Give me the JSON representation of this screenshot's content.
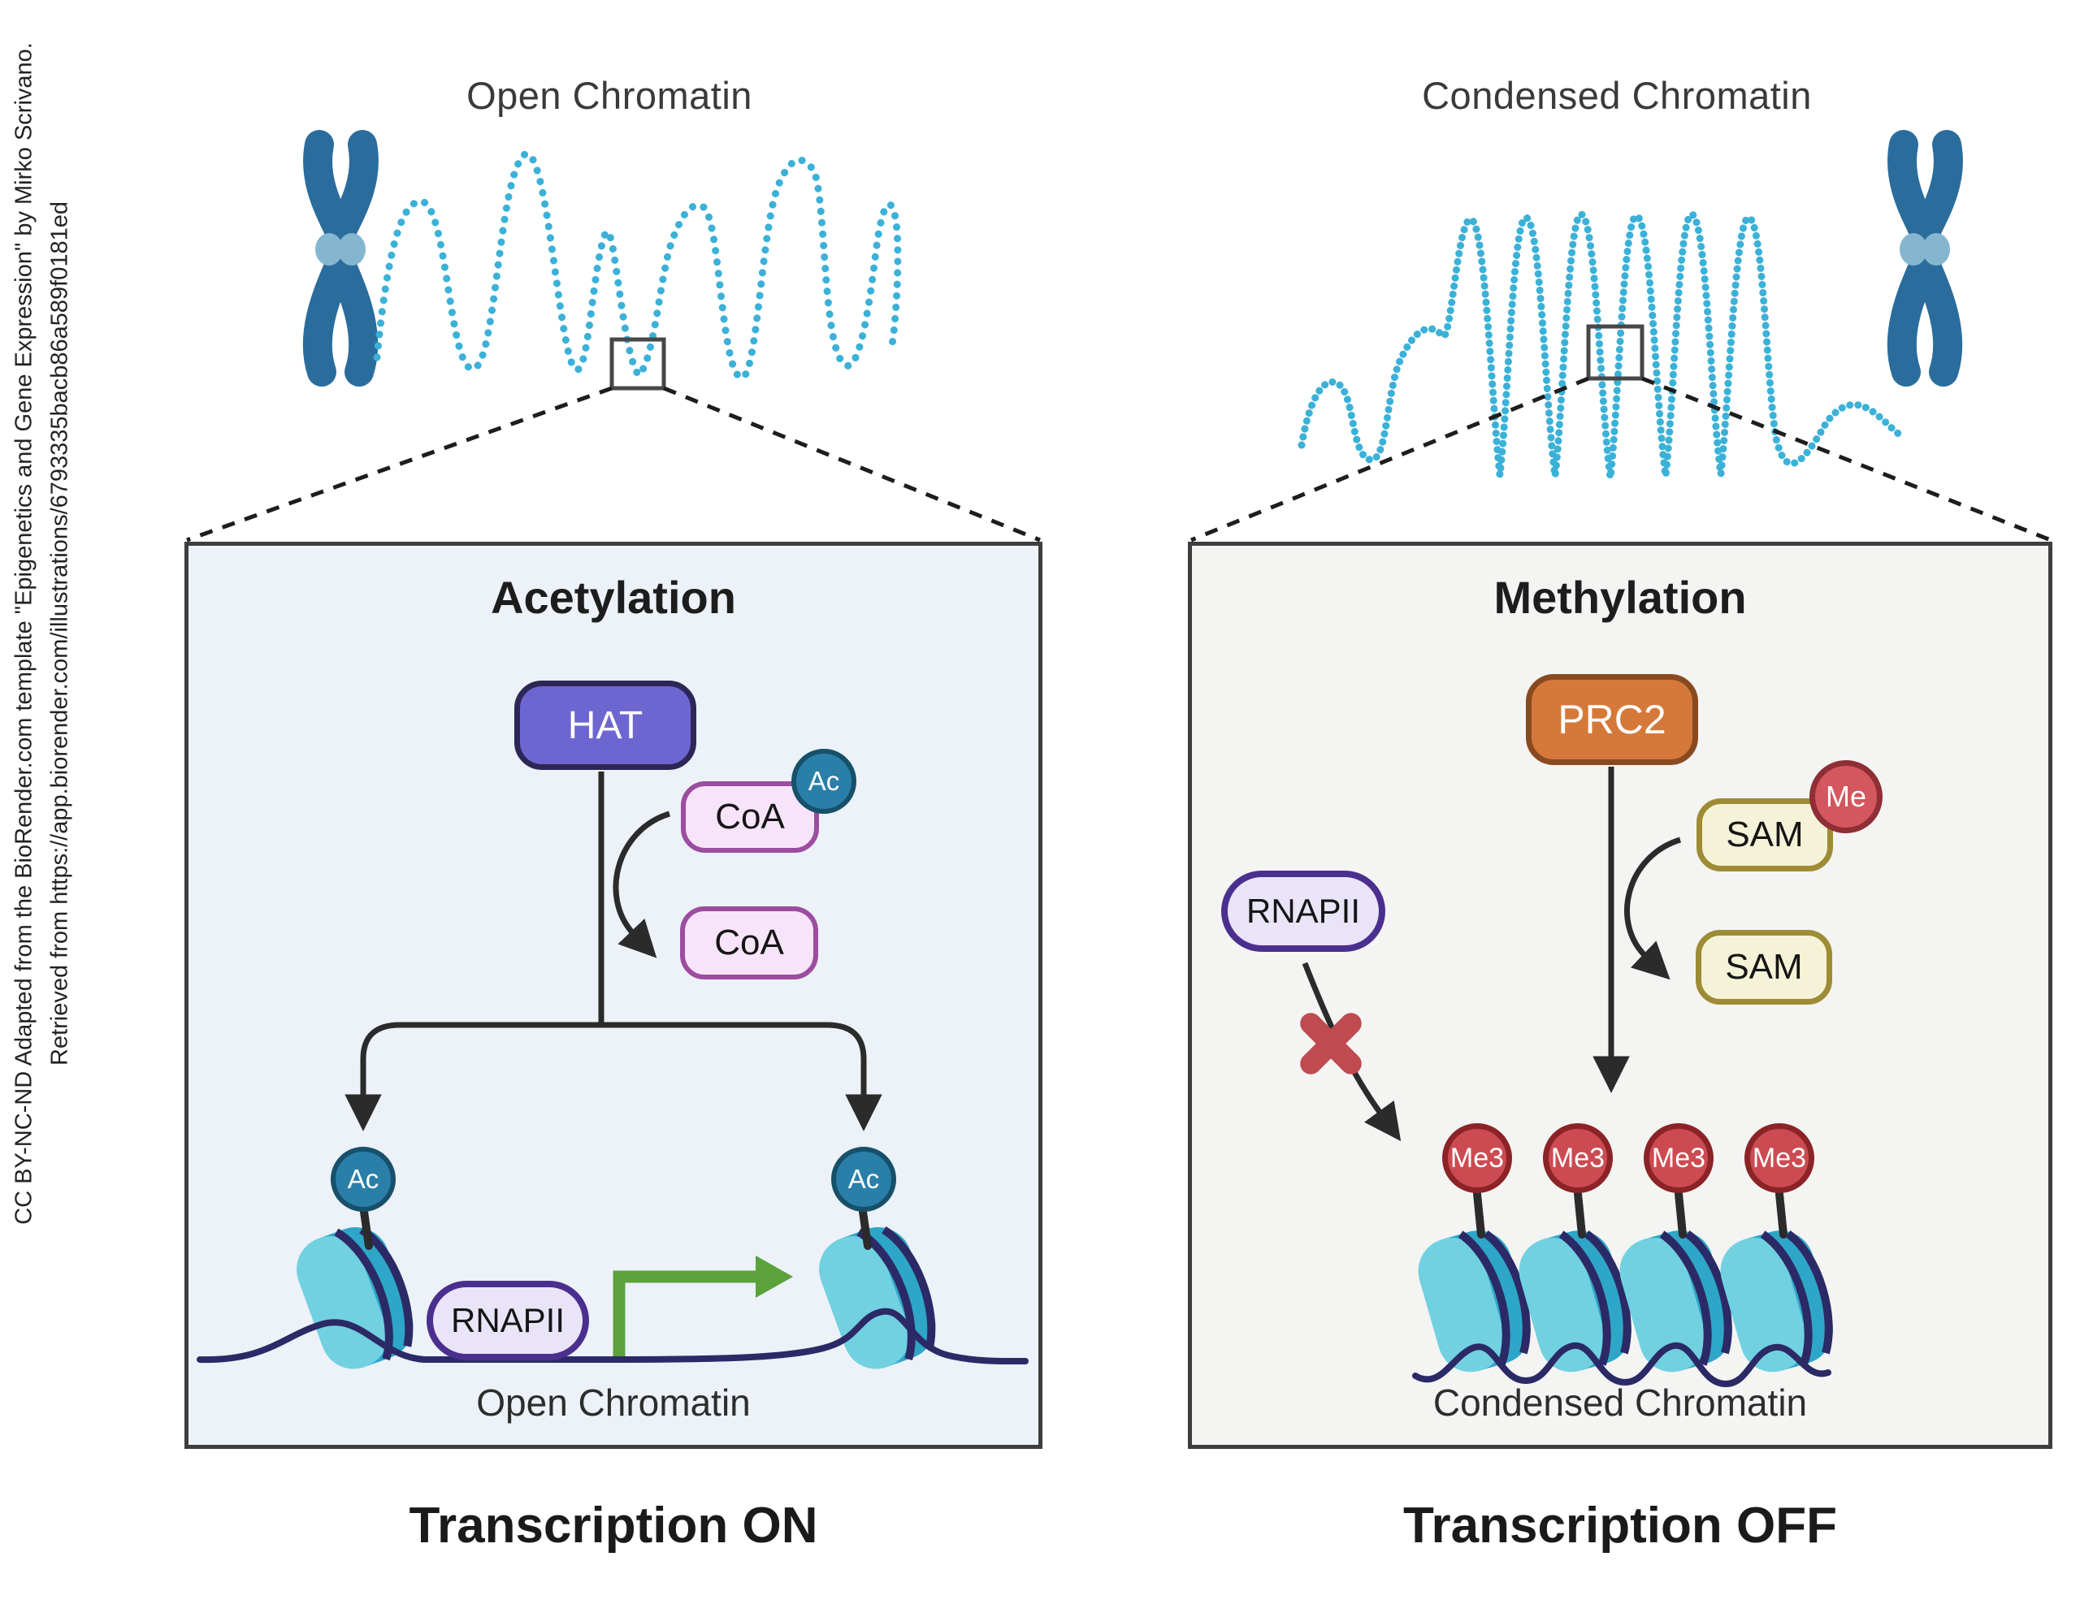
{
  "attribution": {
    "line1": "CC BY-NC-ND Adapted from the BioRender.com template \"Epigenetics and Gene Expression\" by Mirko Scrivano.",
    "line2": "Retrieved from https://app.biorender.com/illustrations/6793335bacb86a589f0181ed"
  },
  "top": {
    "open_title": "Open Chromatin",
    "condensed_title": "Condensed Chromatin"
  },
  "acetylation_panel": {
    "title": "Acetylation",
    "hat_label": "HAT",
    "coa_loaded_label": "CoA",
    "ac_tag_label": "Ac",
    "coa_released_label": "CoA",
    "ac_marks": [
      "Ac",
      "Ac"
    ],
    "rnapii_label": "RNAPII",
    "chromatin_label": "Open Chromatin",
    "status_label": "Transcription ON"
  },
  "methylation_panel": {
    "title": "Methylation",
    "prc2_label": "PRC2",
    "sam_loaded_label": "SAM",
    "me_tag_label": "Me",
    "sam_released_label": "SAM",
    "rnapii_label": "RNAPII",
    "me3_marks": [
      "Me3",
      "Me3",
      "Me3",
      "Me3"
    ],
    "chromatin_label": "Condensed Chromatin",
    "status_label": "Transcription OFF"
  },
  "colors": {
    "chromosome_blue": "#2a6d9d",
    "centromere_blue": "#85b6d0",
    "chromatin_strand": "#3cb1d8",
    "panel_left_bg": "#ecf2f8",
    "panel_right_bg": "#f4f4f3",
    "panel_border": "#3e3e3e",
    "hat_fill": "#6e66d0",
    "hat_border": "#2e2656",
    "coa_fill": "#f8e4fa",
    "coa_border": "#9c4da0",
    "ac_fill": "#2a7fa8",
    "ac_border": "#17506a",
    "rnapii_fill": "#eae4f8",
    "rnapii_border": "#4a2f8f",
    "prc2_fill": "#d5793b",
    "prc2_border": "#8a4a20",
    "sam_fill": "#f5f3d7",
    "sam_border": "#9e8c35",
    "me_fill": "#d4565e",
    "me3_fill": "#cc4b52",
    "me3_border": "#8b2327",
    "nucleosome_body": "#2ea6c7",
    "nucleosome_face": "#71d1e1",
    "dna_navy": "#2b2a66",
    "arrow_black": "#2b2b2b",
    "transcription_green": "#5ba23b",
    "blocked_x_red": "#bf4a50"
  }
}
